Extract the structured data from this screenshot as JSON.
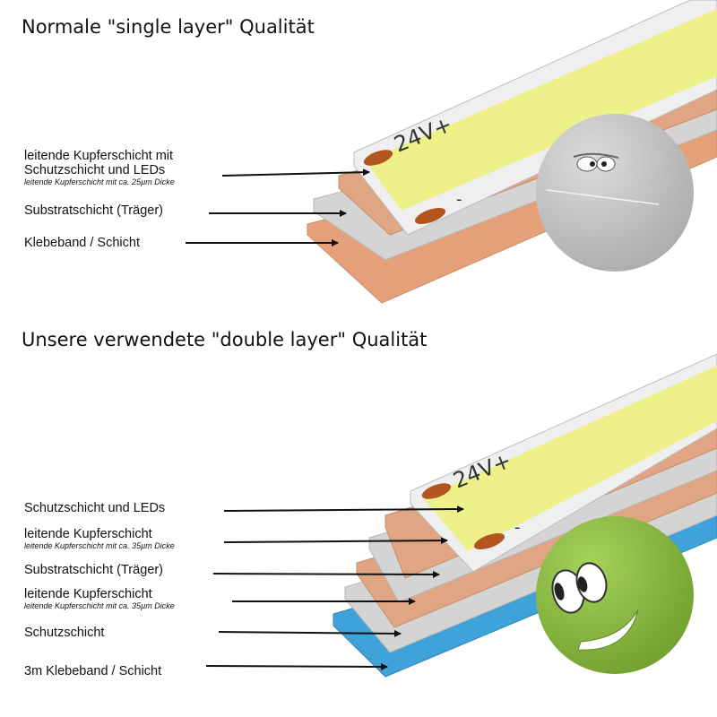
{
  "sections": {
    "single": {
      "title": "Normale \"single layer\" Qualität",
      "strip_plus": "24V+",
      "strip_minus": "-",
      "labels": [
        {
          "text": "leitende Kupferschicht mit\nSchutzschicht und LEDs",
          "sub": "leitende Kupferschicht mit ca. 25µm Dicke"
        },
        {
          "text": "Substratschicht (Träger)"
        },
        {
          "text": "Klebeband / Schicht"
        }
      ]
    },
    "double": {
      "title": "Unsere verwendete \"double layer\" Qualität",
      "strip_plus": "24V+",
      "strip_minus": "-",
      "labels": [
        {
          "text": "Schutzschicht und LEDs"
        },
        {
          "text": "leitende Kupferschicht",
          "sub": "leitende Kupferschicht mit ca. 35µm Dicke"
        },
        {
          "text": "Substratschicht (Träger)"
        },
        {
          "text": "leitende Kupferschicht",
          "sub": "leitende Kupferschicht mit ca. 35µm Dicke"
        },
        {
          "text": "Schutzschicht"
        },
        {
          "text": "3m Klebeband / Schicht"
        }
      ]
    }
  },
  "colors": {
    "phosphor": "#eef08a",
    "copper": "#e0a583",
    "substrate": "#d4d4d4",
    "tape": "#e6a079",
    "blue_tape": "#3fa2d8",
    "frame": "#efefef",
    "grey_face": "#c8c8c8",
    "green_face": "#8fc045"
  }
}
